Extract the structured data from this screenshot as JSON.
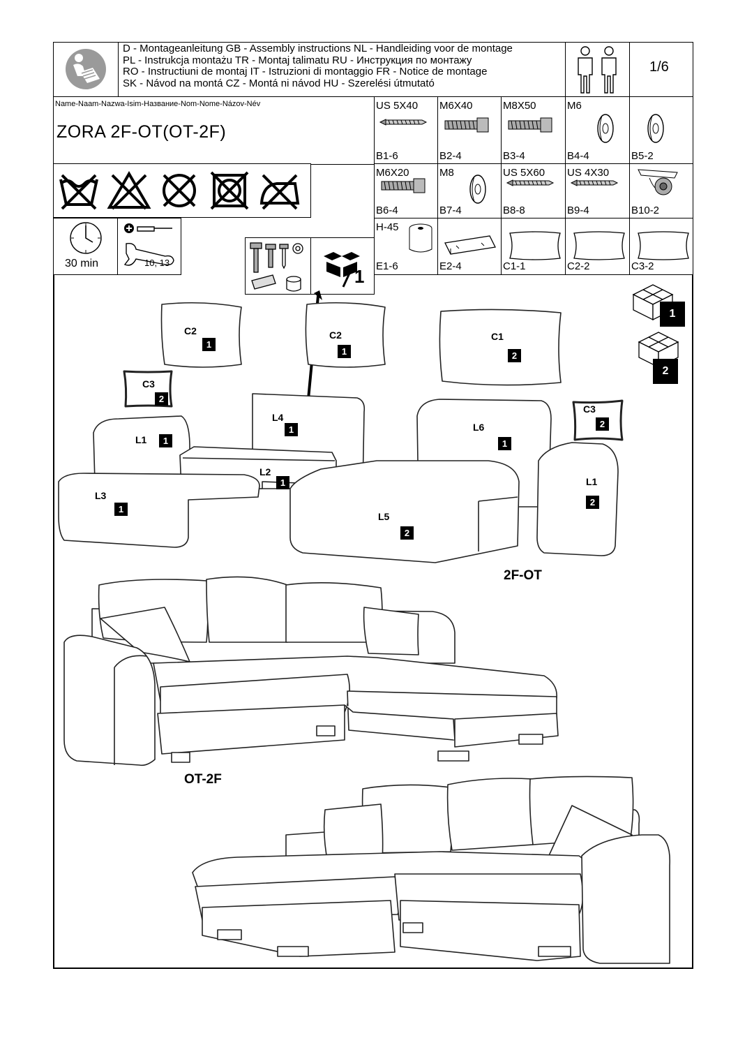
{
  "header": {
    "languages": [
      "D - Montageanleitung GB - Assembly instructions NL - Handleiding voor de montage",
      "PL - Instrukcja montażu TR - Montaj talimatu RU - Инструкция по монтажу",
      "RO - Instructiuni de montaj IT - Istruzioni di montaggio FR - Notice de montage",
      "SK - Návod na montá CZ - Montá ni návod HU - Szerelési útmutató"
    ],
    "page": "1/6"
  },
  "product": {
    "name_label": "Name-Naam-Nazwa-Isim-Название-Nom-Nome-Názov-Név",
    "name": "ZORA 2F-OT(OT-2F)"
  },
  "hardware": [
    {
      "spec": "US 5X40",
      "code": "B1-6",
      "icon": "wood-screw-icon"
    },
    {
      "spec": "M6X40",
      "code": "B2-4",
      "icon": "bolt-icon"
    },
    {
      "spec": "M8X50",
      "code": "B3-4",
      "icon": "bolt-icon"
    },
    {
      "spec": "M6",
      "code": "B4-4",
      "icon": "washer-icon"
    },
    {
      "spec": "",
      "code": "B5-2",
      "icon": "washer-icon"
    },
    {
      "spec": "M6X20",
      "code": "B6-4",
      "icon": "bolt-icon"
    },
    {
      "spec": "M8",
      "code": "B7-4",
      "icon": "washer-icon"
    },
    {
      "spec": "US 5X60",
      "code": "B8-8",
      "icon": "wood-screw-icon"
    },
    {
      "spec": "US 4X30",
      "code": "B9-4",
      "icon": "wood-screw-icon"
    },
    {
      "spec": "",
      "code": "B10-2",
      "icon": "caster-icon"
    },
    {
      "spec": "H-45",
      "code": "E1-6",
      "icon": "foot-icon"
    },
    {
      "spec": "",
      "code": "E2-4",
      "icon": "wedge-foot-icon"
    },
    {
      "spec": "",
      "code": "C1-1",
      "icon": "cushion-icon"
    },
    {
      "spec": "",
      "code": "C2-2",
      "icon": "cushion-icon"
    },
    {
      "spec": "",
      "code": "C3-2",
      "icon": "cushion-icon"
    }
  ],
  "tools": {
    "time": "30 min",
    "wrench_sizes": "10, 13"
  },
  "parts_box_label": "1",
  "packages": [
    "1",
    "2"
  ],
  "parts": [
    {
      "label": "C2",
      "package": "1"
    },
    {
      "label": "C2",
      "package": "1"
    },
    {
      "label": "C1",
      "package": "2"
    },
    {
      "label": "C3",
      "package": "2"
    },
    {
      "label": "C3",
      "package": "2"
    },
    {
      "label": "L1",
      "package": "1"
    },
    {
      "label": "L4",
      "package": "1"
    },
    {
      "label": "L6",
      "package": "1"
    },
    {
      "label": "L2",
      "package": "1"
    },
    {
      "label": "L1",
      "package": "2"
    },
    {
      "label": "L3",
      "package": "1"
    },
    {
      "label": "L5",
      "package": "2"
    }
  ],
  "configurations": [
    "2F-OT",
    "OT-2F"
  ]
}
